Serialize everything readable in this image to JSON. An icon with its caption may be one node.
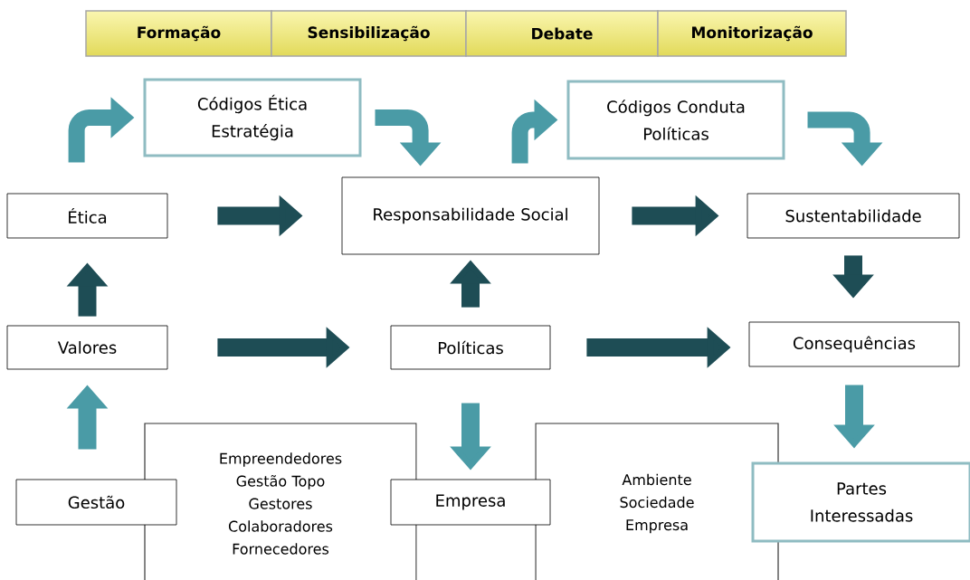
{
  "diagram": {
    "nodes": [
      {
        "text": [
          "Formação"
        ]
      },
      {
        "text": [
          "Sensibilização"
        ]
      },
      {
        "text": [
          "Debate"
        ]
      },
      {
        "text": [
          "Monitorização"
        ]
      },
      {
        "text": [
          "Códigos Ética",
          "Estratégia"
        ]
      },
      {
        "text": [
          "Códigos Conduta",
          "Políticas"
        ]
      },
      {
        "text": [
          "Ética"
        ]
      },
      {
        "text": [
          "Responsabilidade Social"
        ]
      },
      {
        "text": [
          "Sustentabilidade"
        ]
      },
      {
        "text": [
          "Valores"
        ]
      },
      {
        "text": [
          "Políticas"
        ]
      },
      {
        "text": [
          "Consequências"
        ]
      },
      {
        "text": [
          "Empreendedores",
          "Gestão Topo",
          "Gestores",
          "Colaboradores",
          "Fornecedores"
        ]
      },
      {
        "text": [
          "Gestão"
        ]
      },
      {
        "text": [
          "Empresa"
        ]
      },
      {
        "text": [
          "Ambiente",
          "Sociedade",
          "Empresa"
        ]
      },
      {
        "text": [
          "Partes Interessadas"
        ]
      }
    ],
    "edges": [
      {
        "from": 6,
        "to": 4,
        "arrow": "to",
        "color": "#4a9ba6"
      },
      {
        "from": 4,
        "to": 7,
        "arrow": "to",
        "color": "#4a9ba6"
      },
      {
        "from": 7,
        "to": 5,
        "arrow": "to",
        "color": "#4a9ba6"
      },
      {
        "from": 5,
        "to": 8,
        "arrow": "to",
        "color": "#4a9ba6"
      },
      {
        "from": 6,
        "to": 7,
        "arrow": "to"
      },
      {
        "from": 7,
        "to": 8,
        "arrow": "to"
      },
      {
        "from": 9,
        "to": 6,
        "arrow": "to"
      },
      {
        "from": 9,
        "to": 10,
        "arrow": "to"
      },
      {
        "from": 10,
        "to": 7,
        "arrow": "to"
      },
      {
        "from": 10,
        "to": 11,
        "arrow": "to"
      },
      {
        "from": 8,
        "to": 11,
        "arrow": "to"
      },
      {
        "from": 13,
        "to": 9,
        "arrow": "to",
        "color": "#4a9ba6"
      },
      {
        "from": 10,
        "to": 14,
        "arrow": "to",
        "color": "#4a9ba6"
      },
      {
        "from": 11,
        "to": 16,
        "arrow": "to",
        "color": "#4a9ba6"
      }
    ]
  }
}
